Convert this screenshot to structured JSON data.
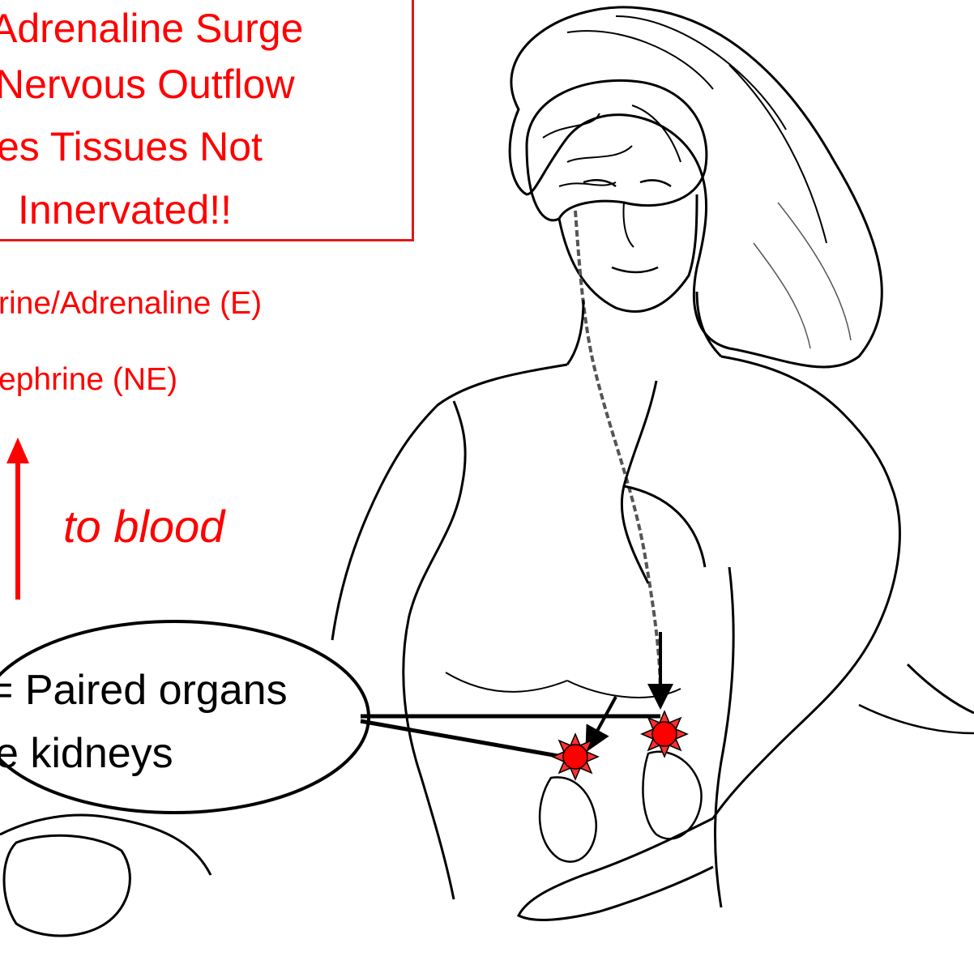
{
  "callout": {
    "line1": "Adrenaline Surge",
    "line2": "Nervous Outflow",
    "line3": "es Tissues Not",
    "line4": "Innervated!!"
  },
  "hormones": {
    "epinephrine": "rine/Adrenaline (E)",
    "norepinephrine": "ephrine (NE)"
  },
  "arrow_label": "to blood",
  "organ_note": {
    "line1": "= Paired organs",
    "line2": "e kidneys"
  },
  "colors": {
    "accent_red": "#ff0000",
    "box_border": "#e01818",
    "gland_fill": "#ff0000",
    "ink": "#000000"
  }
}
